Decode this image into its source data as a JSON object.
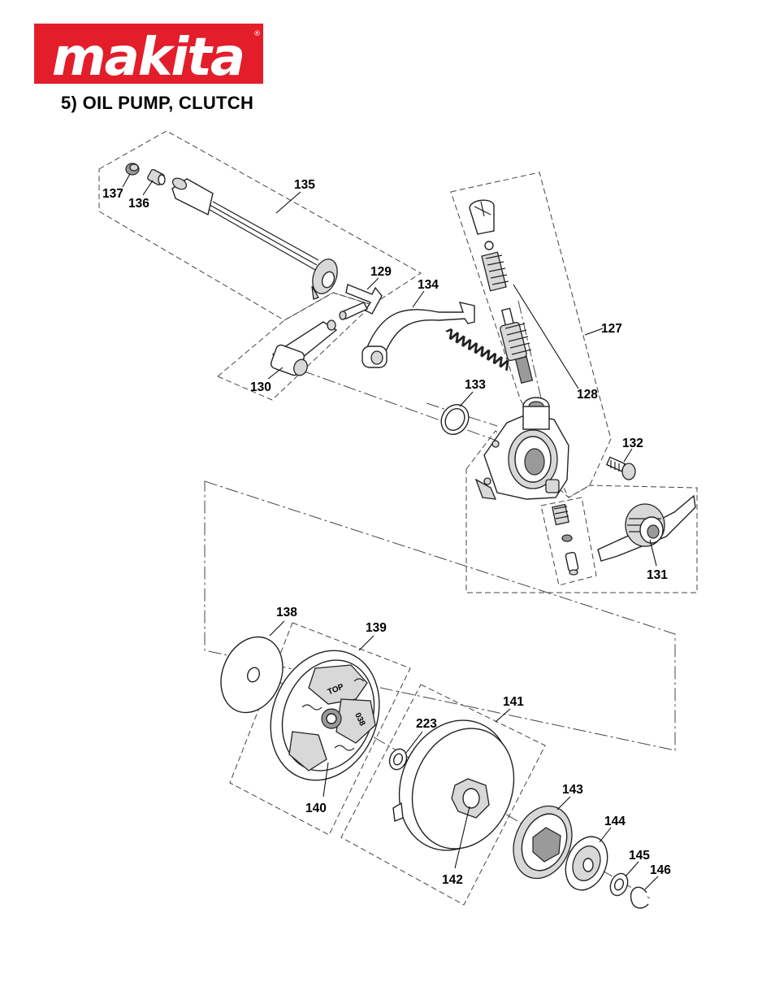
{
  "brand": {
    "name": "makita",
    "color": "#e31e2a",
    "text_color": "#ffffff",
    "registered_mark": "®"
  },
  "page": {
    "title": "5)  OIL PUMP, CLUTCH"
  },
  "diagram": {
    "part_numbers": {
      "p127": "127",
      "p128": "128",
      "p129": "129",
      "p130": "130",
      "p131": "131",
      "p132": "132",
      "p133": "133",
      "p134": "134",
      "p135": "135",
      "p136": "136",
      "p137": "137",
      "p138": "138",
      "p139": "139",
      "p140": "140",
      "p141": "141",
      "p142": "142",
      "p143": "143",
      "p144": "144",
      "p145": "145",
      "p146": "146",
      "p223": "223"
    },
    "shoe_markings": {
      "top": "TOP",
      "code": "038"
    }
  }
}
